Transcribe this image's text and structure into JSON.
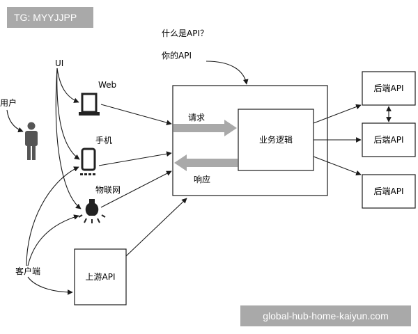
{
  "diagram": {
    "question": "什么是API？",
    "your_api": "你的API",
    "user": "用户",
    "ui": "UI",
    "web": "Web",
    "mobile": "手机",
    "iot": "物联网",
    "client": "客户端",
    "upstream": "上游API",
    "request": "请求",
    "response": "响应",
    "business": "业务逻辑",
    "backend_1": "后端API",
    "backend_2": "后端API",
    "backend_3": "后端API",
    "colors": {
      "line": "#1a1a1a",
      "arrow_fill": "#a9a9a9",
      "icon": "#222222",
      "watermark_bg": "#a9a9a9"
    }
  },
  "watermarks": {
    "top": "TG: MYYJJPP",
    "bottom": "global-hub-home-kaiyun.com"
  }
}
